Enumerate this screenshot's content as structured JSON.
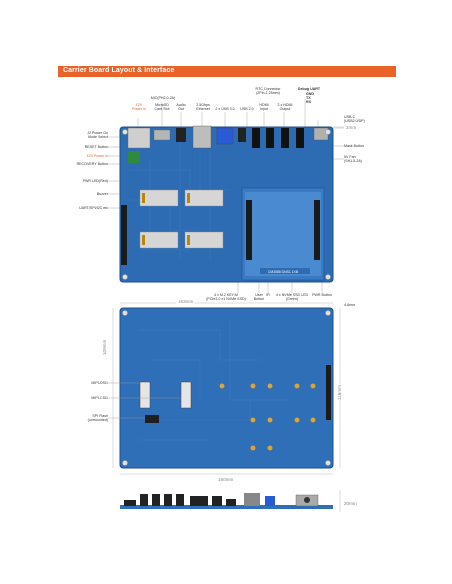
{
  "section": {
    "title": "Carrier Board Layout & Interface"
  },
  "top_labels": {
    "mic": "MIC(PH2.0-2A)",
    "power_in": "12V\nPower in",
    "microsd": "MicroSD\nCard Slot",
    "audio": "Audio\nOut",
    "ethernet": "2.5Gbps\nEthernet",
    "usb30": "2 x USB 3.0",
    "usb20": "USB 2.0",
    "hdmi_in": "HDMI\nInput",
    "hdmi_out": "2 x HDMI\nOutput",
    "rtc": "RTC Connector\n(2Pin-1.25mm)",
    "debug_uart": "Debug UART",
    "gnd": "GND",
    "tx": "TX",
    "rx": "RX",
    "usbc": "USB-C\n(USB2.0/DP)"
  },
  "left_labels": {
    "j2": "J2 Power On\nMode Select",
    "reset": "RESET Button",
    "power_in_12v": "12V Power in",
    "recovery": "RECOVERY Button",
    "pwm_led": "PWR LED(Red)",
    "buzzer": "Buzzer",
    "uart": "UART/SPI/I2C etc"
  },
  "right_labels": {
    "mask": "Mask Button",
    "fan": "5V Fan\n(SH1.5-2A)",
    "fan_header": "4-6mm"
  },
  "bottom_labels": {
    "pcie": "4 x M.2 KEY-M\n(PCIe3.0 x1 NVMe SSD)",
    "user_btn": "User\nButton",
    "ir": "IR",
    "ssd_led": "4 x NVMe SSD LED\n(Green)",
    "pwr_btn": "PWR Button",
    "chip_label": "CM3588 DNS1 1XB"
  },
  "back_labels": {
    "mipi_dsi": "MIPI-DSI1",
    "mipi_csi": "MIPI-CSI1",
    "spi_flash": "SPI Flash\n(unmounted)"
  },
  "dimensions": {
    "thickness": "2mm",
    "width_top": "153mm",
    "height_left": "109mm",
    "height_right": "116mm",
    "width_bottom": "160mm",
    "side": "20mm",
    "right_dim": "4-6mm"
  },
  "colors": {
    "board_blue": "#2d6bb3",
    "board_dark": "#1f4f8c",
    "accent": "#e8622a",
    "label_red": "#e8622a"
  }
}
